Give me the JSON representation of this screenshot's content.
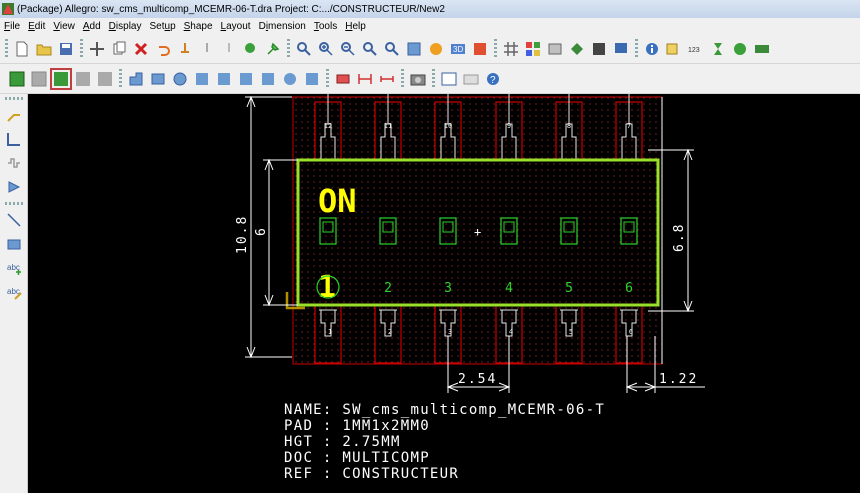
{
  "window": {
    "title": "(Package) Allegro: sw_cms_multicomp_MCEMR-06-T.dra  Project: C:.../CONSTRUCTEUR/New2"
  },
  "menu": [
    {
      "label": "File",
      "key": "F",
      "rest": "ile"
    },
    {
      "label": "Edit",
      "key": "E",
      "rest": "dit"
    },
    {
      "label": "View",
      "key": "V",
      "rest": "iew"
    },
    {
      "label": "Add",
      "key": "A",
      "rest": "dd"
    },
    {
      "label": "Display",
      "key": "D",
      "rest": "isplay"
    },
    {
      "label": "Setup",
      "pre": "Set",
      "key": "u",
      "rest": "p"
    },
    {
      "label": "Shape",
      "key": "S",
      "rest": "hape"
    },
    {
      "label": "Layout",
      "key": "L",
      "rest": "ayout"
    },
    {
      "label": "Dimension",
      "pre": "D",
      "key": "i",
      "rest": "mension"
    },
    {
      "label": "Tools",
      "key": "T",
      "rest": "ools"
    },
    {
      "label": "Help",
      "key": "H",
      "rest": "elp"
    }
  ],
  "colors": {
    "outline": "#ffffff",
    "pad": "#cc0000",
    "silk": "#e8e8e8",
    "pin_text": "#2bd32b",
    "body_outline": "#9adf2a",
    "marker": "#ffff00",
    "info_text": "#ffffff",
    "assembly": "#b38f00"
  },
  "footprint": {
    "label_on": "ON",
    "label_pin1": "1",
    "pins_bottom": [
      "1",
      "2",
      "3",
      "4",
      "5",
      "6"
    ],
    "pins_top": [
      "12",
      "11",
      "10",
      "9",
      "8",
      "7"
    ],
    "pad_numbers_bottom": [
      "1",
      "2",
      "3",
      "4",
      "5",
      "6"
    ]
  },
  "dimensions": {
    "overall_height": "10.8",
    "inner_height": "6",
    "body_height": "6.8",
    "pitch": "2.54",
    "pad_width": "1.22"
  },
  "info": {
    "name": "NAME: SW_cms_multicomp_MCEMR-06-T",
    "pad": "PAD : 1MM1x2MM0",
    "hgt": "HGT : 2.75MM",
    "doc": "DOC : MULTICOMP",
    "ref": "REF : CONSTRUCTEUR"
  }
}
